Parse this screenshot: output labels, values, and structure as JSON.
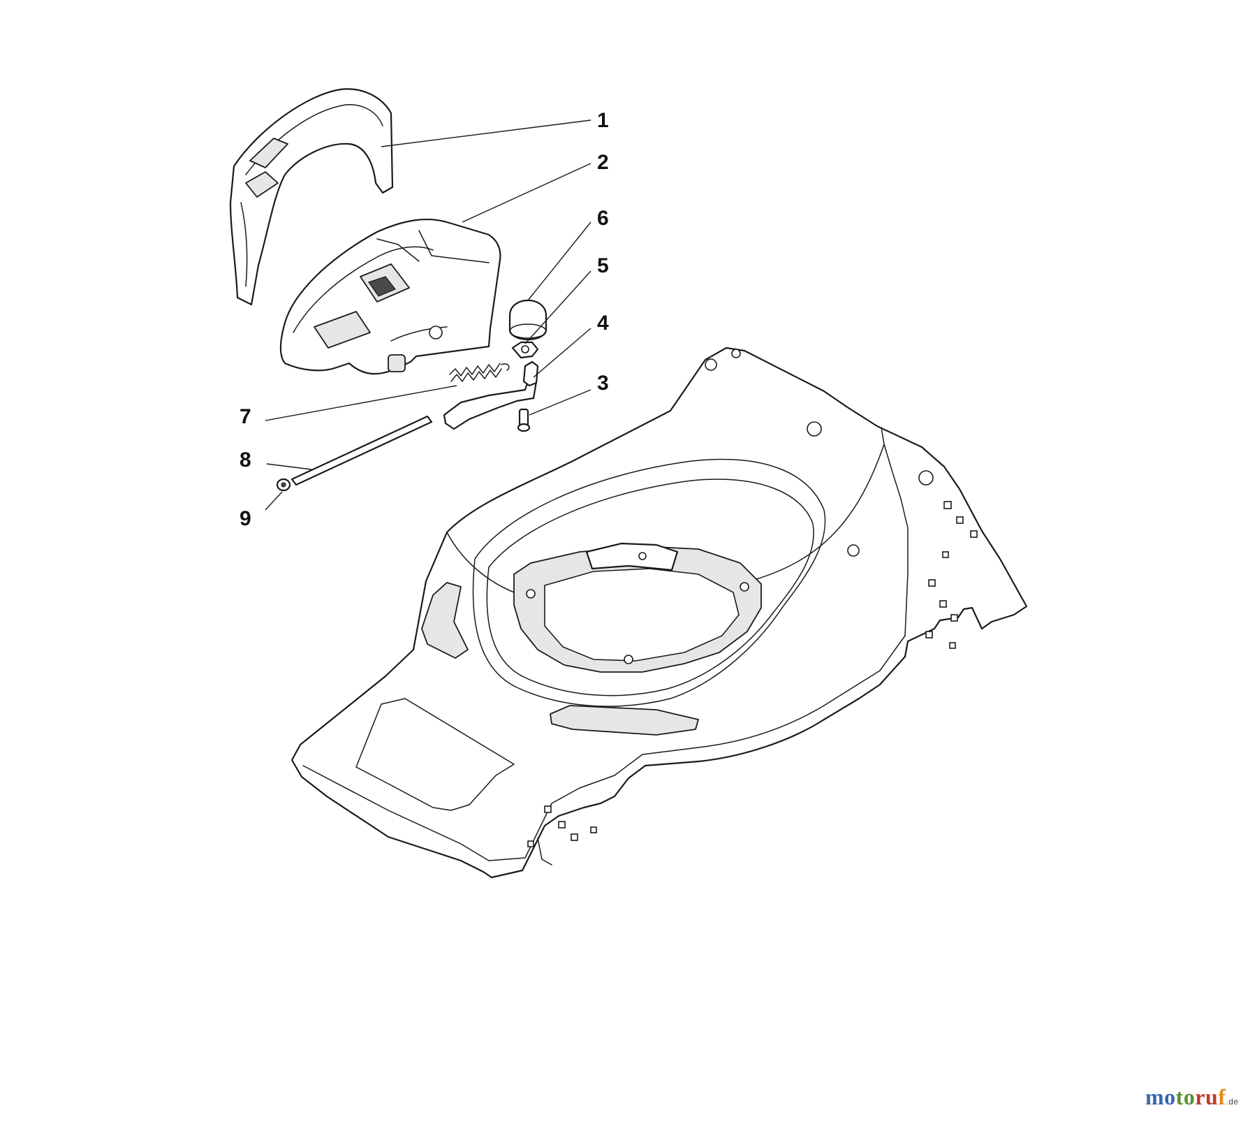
{
  "callouts": [
    {
      "id": "1",
      "label": "1"
    },
    {
      "id": "2",
      "label": "2"
    },
    {
      "id": "3",
      "label": "3"
    },
    {
      "id": "4",
      "label": "4"
    },
    {
      "id": "5",
      "label": "5"
    },
    {
      "id": "6",
      "label": "6"
    },
    {
      "id": "7",
      "label": "7"
    },
    {
      "id": "8",
      "label": "8"
    },
    {
      "id": "9",
      "label": "9"
    }
  ],
  "watermark": {
    "parts": [
      "mo",
      "to",
      "ru",
      "f"
    ],
    "tld": ".de",
    "colors": [
      "#3a66b0",
      "#5a8f2f",
      "#c0392b",
      "#e38b1b"
    ]
  }
}
